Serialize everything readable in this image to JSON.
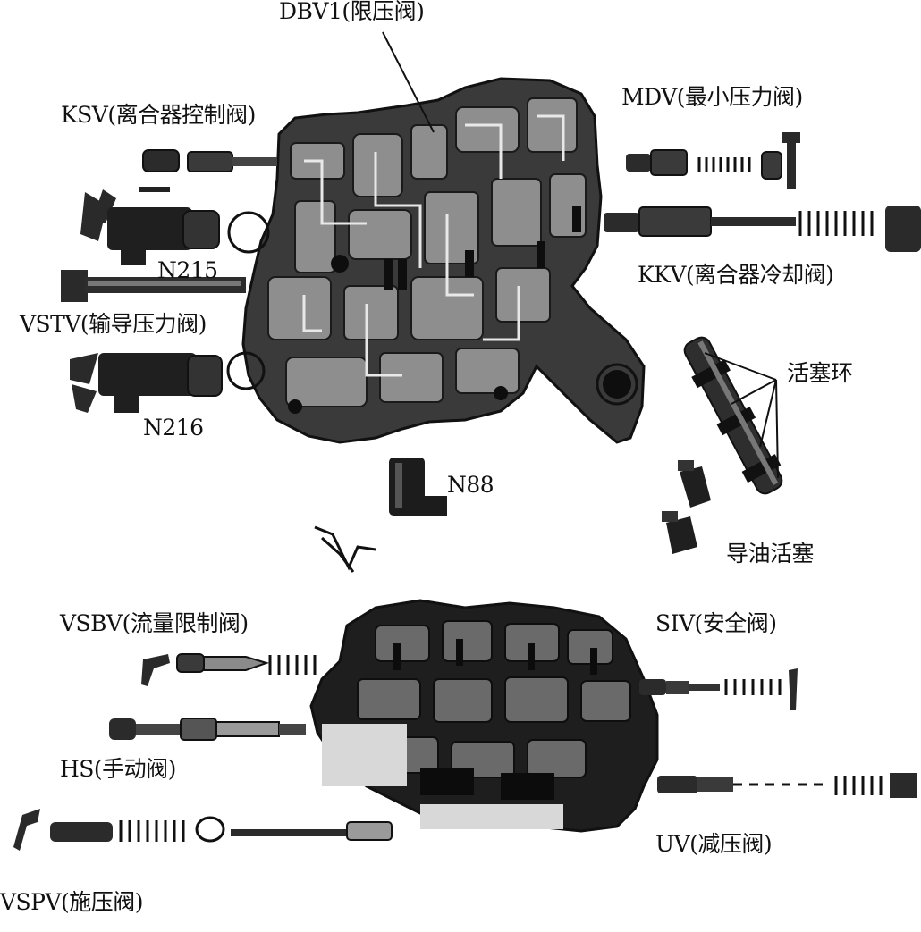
{
  "labels": {
    "dbv1": "DBV1(限压阀)",
    "ksv": "KSV(离合器控制阀)",
    "mdv": "MDV(最小压力阀)",
    "n215": "N215",
    "kkv": "KKV(离合器冷却阀)",
    "vstv": "VSTV(输导压力阀)",
    "piston_ring": "活塞环",
    "n216": "N216",
    "n88": "N88",
    "oil_piston": "导油活塞",
    "vsbv": "VSBV(流量限制阀)",
    "siv": "SIV(安全阀)",
    "hs": "HS(手动阀)",
    "uv": "UV(减压阀)",
    "vspv": "VSPV(施压阀)"
  },
  "colors": {
    "ink": "#111111",
    "body_dark": "#2a2a2a",
    "body_mid": "#6e6e6e",
    "body_light": "#cfcfcf",
    "background": "#ffffff"
  }
}
